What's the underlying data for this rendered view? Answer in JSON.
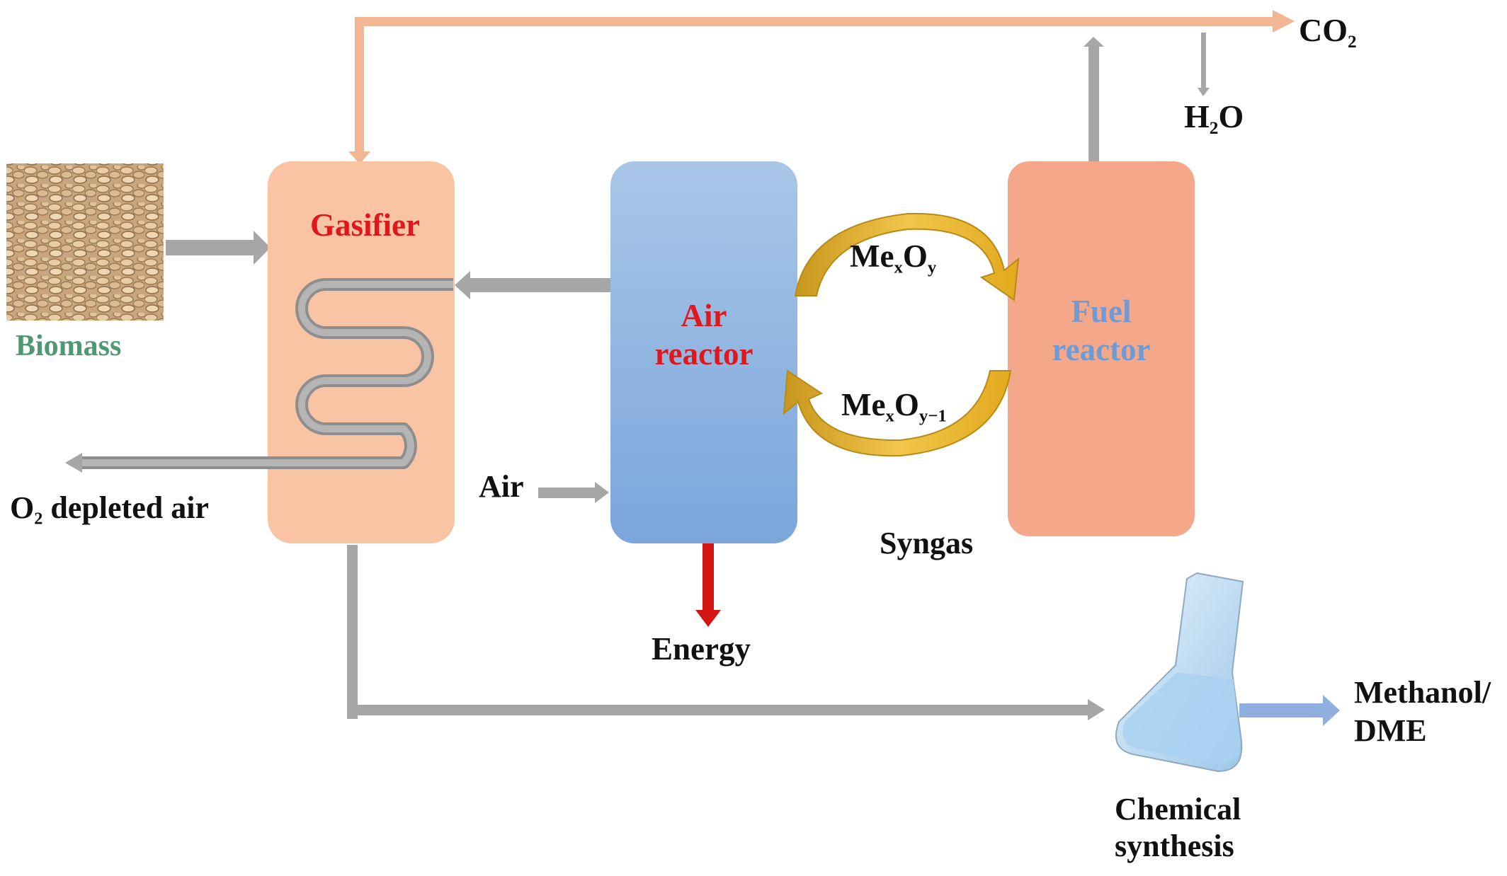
{
  "colors": {
    "flow_top": "#f2b693",
    "flow_grey": "#a6a6a6",
    "gasifier_fill": "#f8c4a4",
    "air_reactor_fill_top": "#a9c6e7",
    "air_reactor_fill_bottom": "#7aa6dc",
    "fuel_reactor_fill": "#f4a889",
    "loop_arrow": "#e6b12a",
    "energy_arrow": "#d31515",
    "product_arrow": "#8fb0de",
    "coil": "#9a9a9a",
    "gasifier_label": "#e0181b",
    "air_reactor_label": "#e0181b",
    "fuel_reactor_label": "#6e9bd6",
    "biomass_label": "#4f9872",
    "flask": "#bfdcf2"
  },
  "labels": {
    "co2": {
      "main": "CO",
      "sub": "2"
    },
    "h2o": {
      "main1": "H",
      "sub": "2",
      "main2": "O"
    },
    "gasifier": "Gasifier",
    "biomass": "Biomass",
    "air_reactor": [
      "Air",
      "reactor"
    ],
    "fuel_reactor": [
      "Fuel",
      "reactor"
    ],
    "mexoy": {
      "me": "Me",
      "x": "x",
      "o": "O",
      "y": "y"
    },
    "mexoy1": {
      "me": "Me",
      "x": "x",
      "o": "O",
      "y": "y−1"
    },
    "o2_depleted": {
      "main": "O",
      "sub": "2",
      "rest": " depleted air"
    },
    "air": "Air",
    "syngas": "Syngas",
    "energy": "Energy",
    "product": [
      "Methanol/",
      "DME"
    ],
    "chemical_synthesis": [
      "Chemical",
      "synthesis"
    ]
  },
  "icons": {
    "biomass": "biomass-pellets-image",
    "flask": "reaction-flask-icon"
  }
}
